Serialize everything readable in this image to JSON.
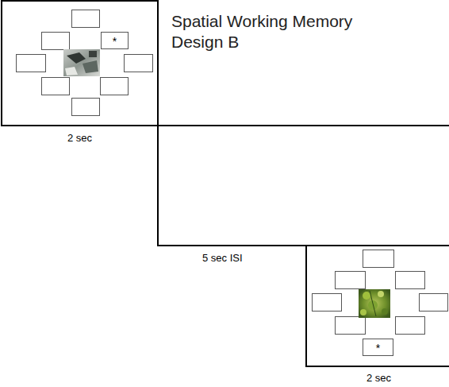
{
  "diagram": {
    "title": "Spatial Working Memory Design B",
    "nodes": [
      {
        "text": [
          "2 sec"
        ]
      },
      {
        "text": [
          "*"
        ],
        "in": 0
      },
      {
        "text": [
          "5 sec ISI"
        ]
      },
      {
        "text": [
          "2 sec"
        ]
      },
      {
        "text": [
          "*"
        ],
        "in": 3
      }
    ]
  }
}
